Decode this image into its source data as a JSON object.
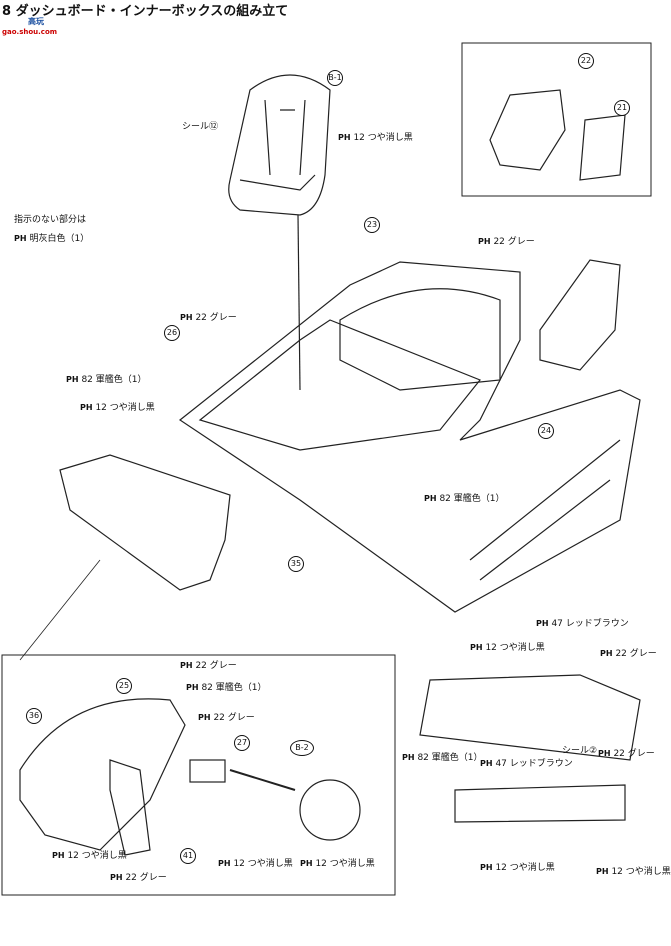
{
  "header": {
    "step": "8",
    "title": "ダッシュボード・インナーボックスの組み立て",
    "watermark_top": "高玩",
    "watermark_site": "gao.shou.com"
  },
  "notes": {
    "default_color_line1": "指示のない部分は",
    "default_color_line2": "明灰白色（1）",
    "ph_prefix": "PH"
  },
  "seat_top": {
    "part_ref": "B-1",
    "seal": "シール⑫",
    "color": "12 つや消し黒"
  },
  "inset_seat": {
    "part_a": "22",
    "part_b": "21"
  },
  "body": {
    "part_23": "23",
    "color_grey": "22 グレー",
    "part_24": "24",
    "part_35": "35",
    "floor_color": "82 軍艦色（1）"
  },
  "small_part": {
    "part": "26",
    "color1": "22 グレー",
    "color2": "82 軍艦色（1）",
    "color3": "12 つや消し黒"
  },
  "bottom_left": {
    "part_36": "36",
    "part_25": "25",
    "part_27": "27",
    "part_41": "41",
    "ref_b2": "B-2",
    "c_grey_top": "22 グレー",
    "c_navy": "82 軍艦色（1）",
    "c_grey_mid": "22 グレー",
    "c_black_left": "12 つや消し黒",
    "c_grey_bottom": "22 グレー",
    "c_black_mid": "12 つや消し黒",
    "c_black_right": "12 つや消し黒"
  },
  "bottom_right": {
    "c_brown_top": "47 レッドブラウン",
    "c_black_top": "12 つや消し黒",
    "c_grey_right": "22 グレー",
    "c_navy_left": "82 軍艦色（1）",
    "seal": "シール②",
    "c_brown_mid": "47 レッドブラウン",
    "c_grey_right2": "22 グレー",
    "c_black_bottom": "12 つや消し黒",
    "c_black_bottom2": "12 つや消し黒"
  }
}
